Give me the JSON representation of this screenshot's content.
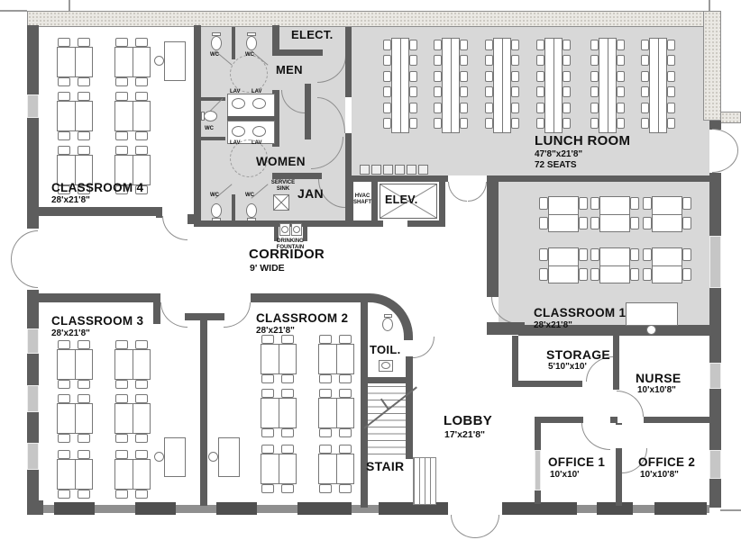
{
  "colors": {
    "wall": "#5d5d5d",
    "room_fill": "#d8d8d8",
    "band": "#eae8e3",
    "text": "#111111"
  },
  "rooms": {
    "classroom4": {
      "name": "CLASSROOM 4",
      "dims": "28'x21'8\""
    },
    "classroom3": {
      "name": "CLASSROOM 3",
      "dims": "28'x21'8\""
    },
    "classroom2": {
      "name": "CLASSROOM 2",
      "dims": "28'x21'8\""
    },
    "classroom1": {
      "name": "CLASSROOM 1",
      "dims": "28'x21'8\""
    },
    "lunch": {
      "name": "LUNCH ROOM",
      "dims": "47'8\"x21'8\"",
      "seats": "72 SEATS"
    },
    "corridor": {
      "name": "CORRIDOR",
      "dims": "9' WIDE"
    },
    "lobby": {
      "name": "LOBBY",
      "dims": "17'x21'8\""
    },
    "storage": {
      "name": "STORAGE",
      "dims": "5'10\"x10'"
    },
    "nurse": {
      "name": "NURSE",
      "dims": "10'x10'8\""
    },
    "office1": {
      "name": "OFFICE 1",
      "dims": "10'x10'"
    },
    "office2": {
      "name": "OFFICE 2",
      "dims": "10'x10'8\""
    },
    "elect": {
      "name": "ELECT."
    },
    "men": {
      "name": "MEN"
    },
    "women": {
      "name": "WOMEN"
    },
    "jan": {
      "name": "JAN"
    },
    "toilet": {
      "name": "TOIL."
    },
    "stair": {
      "name": "STAIR"
    },
    "elevator": {
      "name": "ELEV."
    }
  },
  "fixtures": {
    "hvac_line1": "HVAC",
    "hvac_line2": "SHAFT",
    "service_sink_line1": "SERVICE",
    "service_sink_line2": "SINK",
    "drinking_line1": "DRINKING",
    "drinking_line2": "FOUNTAIN",
    "wc": "WC",
    "lav": "LAV"
  }
}
